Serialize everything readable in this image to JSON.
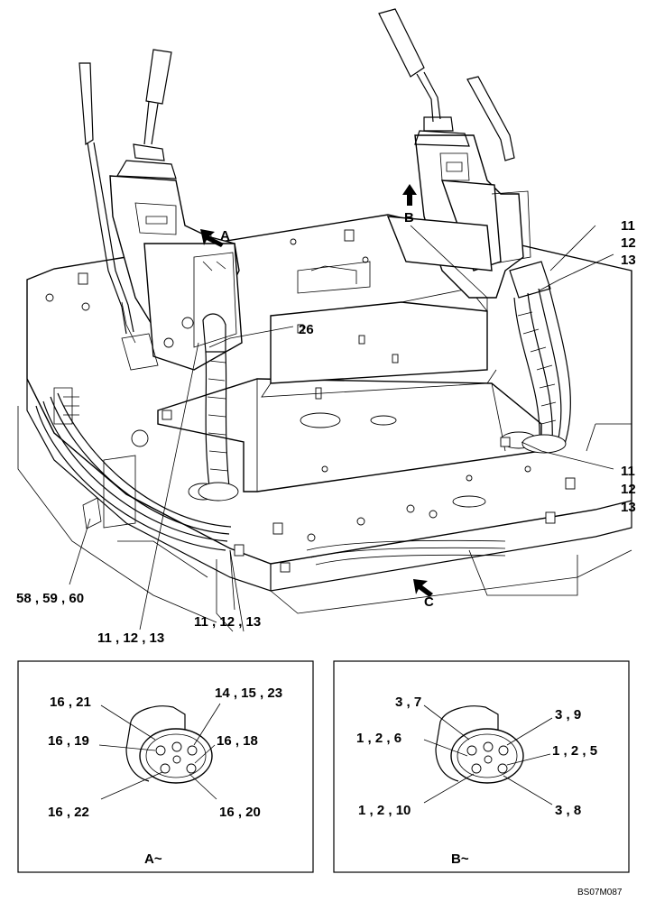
{
  "callouts": {
    "c26": "26",
    "right_top": [
      "11",
      "12",
      "13"
    ],
    "right_mid": [
      "11",
      "12",
      "13"
    ],
    "left_bottom": "58 , 59 , 60",
    "center_bottom": "11 , 12 , 13",
    "left_center": "11 , 12 , 13"
  },
  "view_arrows": {
    "a": "A",
    "b": "B",
    "c": "C"
  },
  "detail_a": {
    "caption": "A~",
    "labels": {
      "l1": "16 , 21",
      "l2": "14 , 15 , 23",
      "l3": "16 , 19",
      "l4": "16 , 18",
      "l5": "16 , 22",
      "l6": "16 , 20"
    }
  },
  "detail_b": {
    "caption": "B~",
    "labels": {
      "l1": "3 , 7",
      "l2": "3 , 9",
      "l3": "1 , 2 , 6",
      "l4": "1 , 2 , 5",
      "l5": "1 , 2 , 10",
      "l6": "3 , 8"
    }
  },
  "drawing_id": "BS07M087"
}
